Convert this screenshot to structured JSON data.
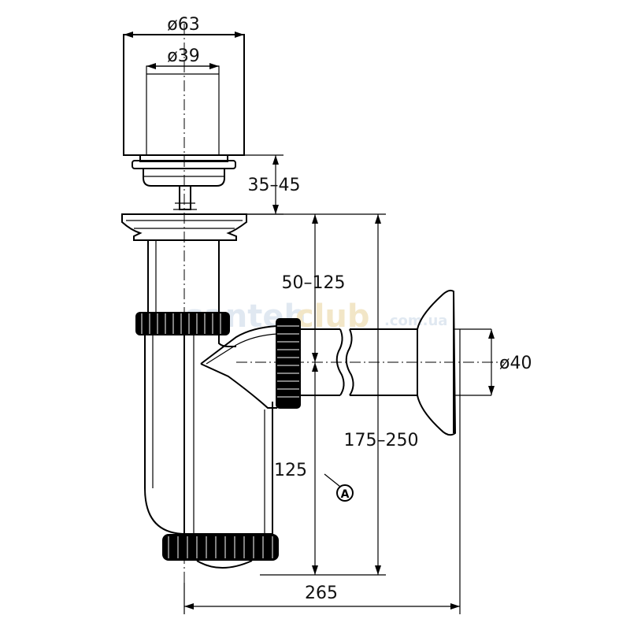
{
  "dimensions": {
    "outer_diameter": "ø63",
    "inner_diameter": "ø39",
    "plug_height": "35–45",
    "inlet_range": "50–125",
    "outlet_diameter": "ø40",
    "wall_distance": "175–250",
    "outlet_height": "125",
    "total_width": "265"
  },
  "callout": {
    "label": "A"
  },
  "watermark": {
    "part1": "santeh",
    "part2": "club",
    "domain": ".com.ua"
  },
  "colors": {
    "line": "#000000",
    "fill": "#ffffff",
    "watermark": "#c7d7e6",
    "watermark_accent": "#e8d39a"
  }
}
